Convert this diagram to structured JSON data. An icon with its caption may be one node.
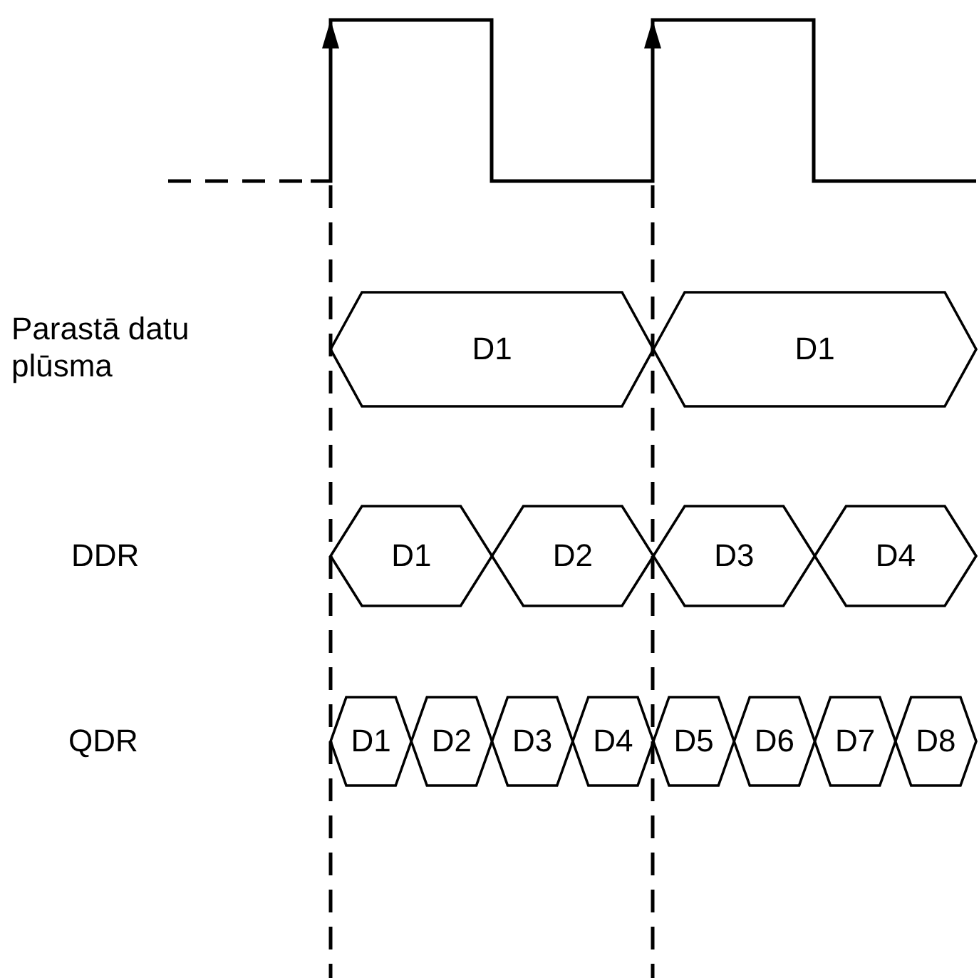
{
  "diagram": {
    "labels": [
      "Parastā datu plūsma",
      "D1",
      "D1",
      "DDR",
      "D1",
      "D2",
      "D3",
      "D4",
      "QDR",
      "D1",
      "D2",
      "D3",
      "D4",
      "D5",
      "D6",
      "D7",
      "D8"
    ]
  }
}
